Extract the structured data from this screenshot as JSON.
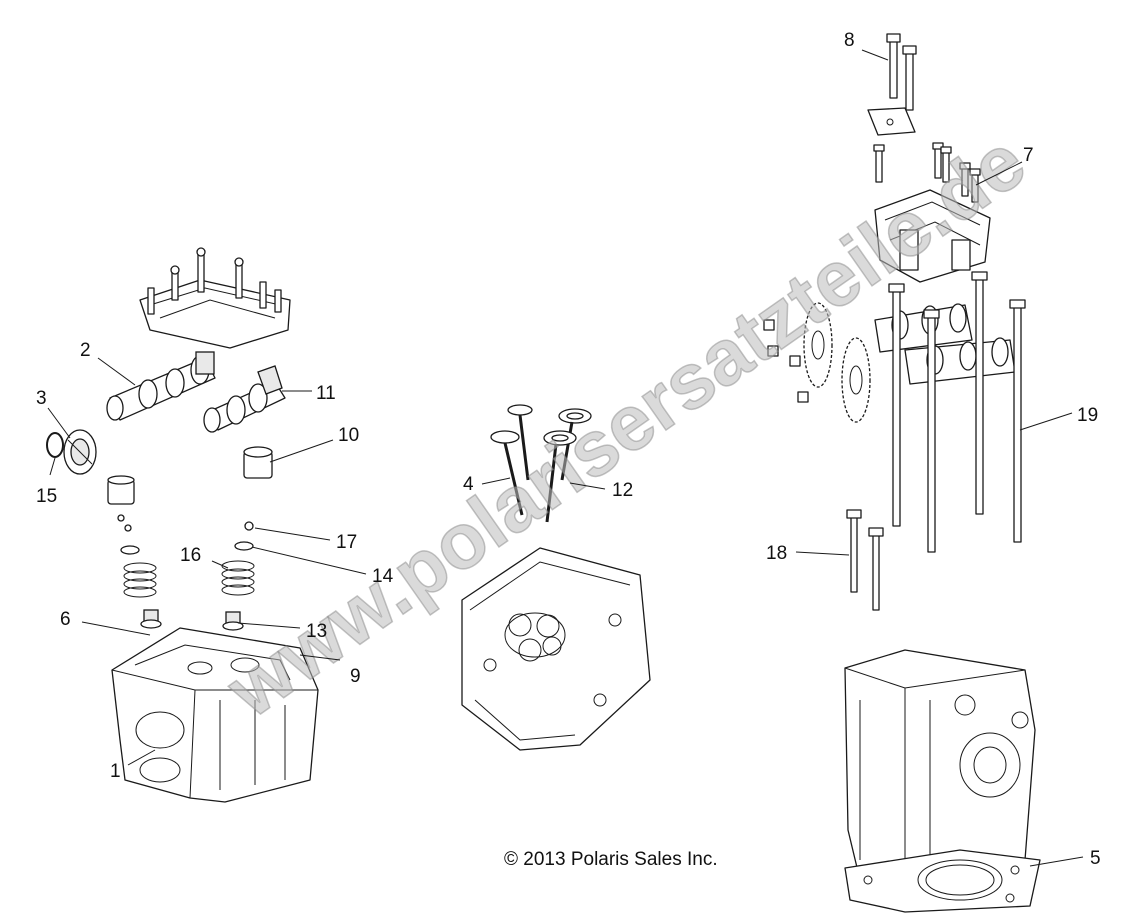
{
  "callouts": {
    "c1": "1",
    "c2": "2",
    "c3": "3",
    "c4": "4",
    "c5": "5",
    "c6": "6",
    "c7": "7",
    "c8": "8",
    "c9": "9",
    "c10": "10",
    "c11": "11",
    "c12": "12",
    "c13": "13",
    "c14": "14",
    "c15": "15",
    "c16": "16",
    "c17": "17",
    "c18": "18",
    "c19": "19"
  },
  "copyright": "© 2013 Polaris Sales Inc.",
  "watermark": "www.polarisersatzteile.de"
}
